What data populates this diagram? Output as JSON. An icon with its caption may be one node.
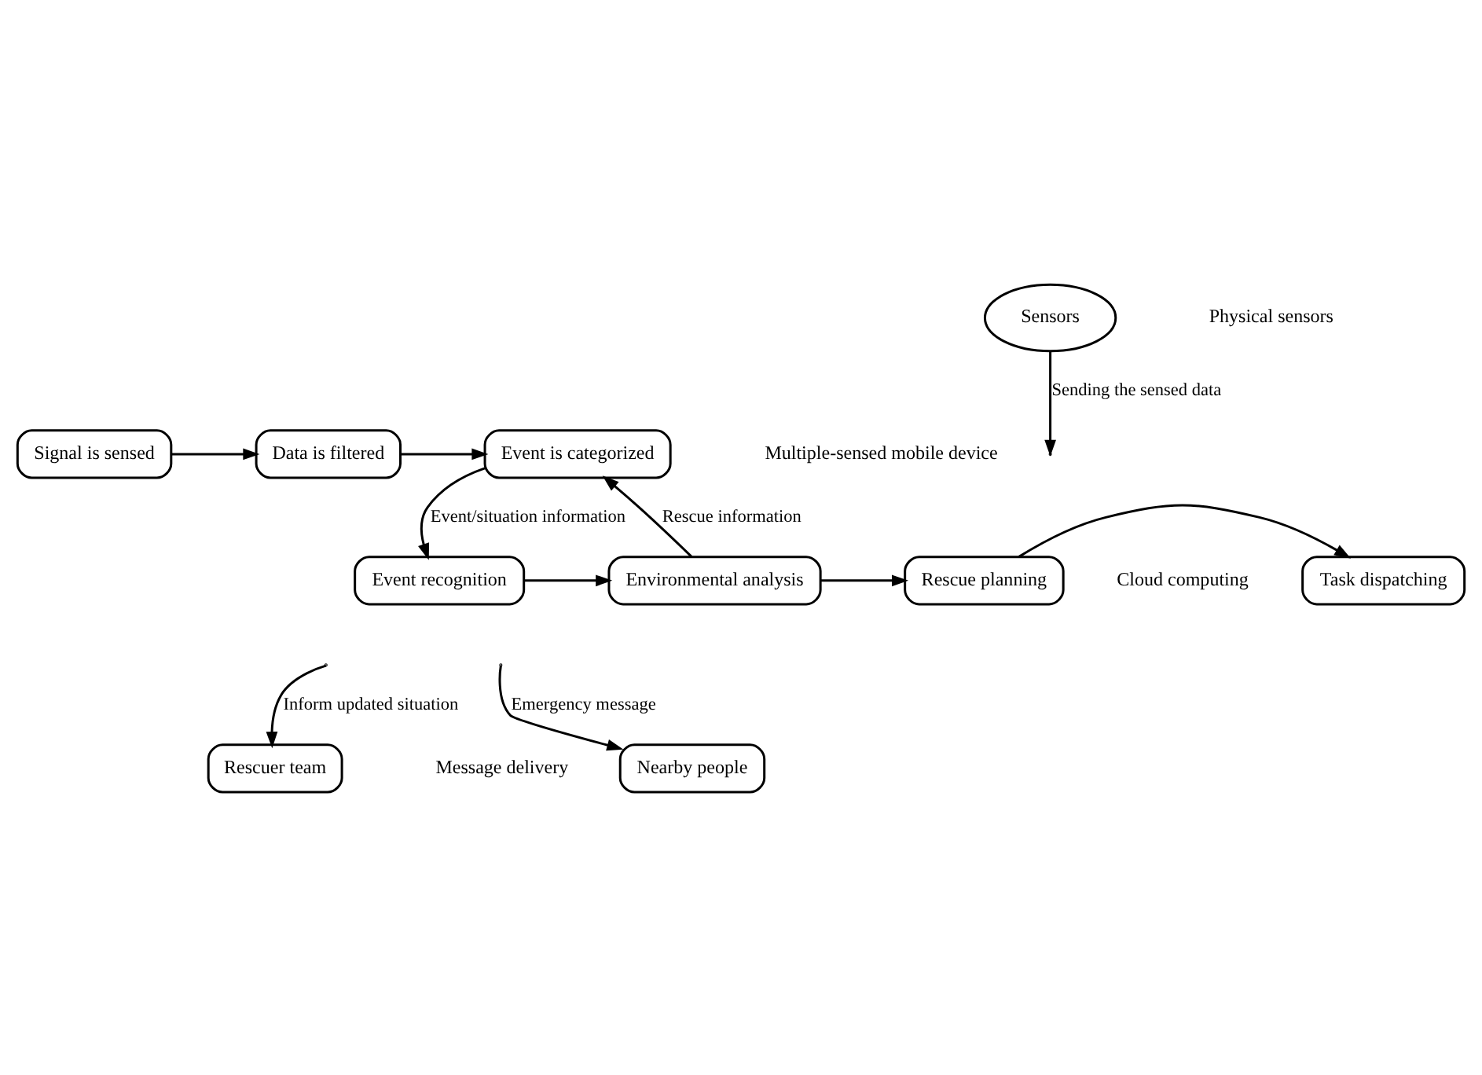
{
  "diagram": {
    "nodes": [
      {
        "text": [
          "Sensors"
        ]
      },
      {
        "text": [
          "Signal is sensed"
        ]
      },
      {
        "text": [
          "Data is filtered"
        ]
      },
      {
        "text": [
          "Event is categorized"
        ]
      },
      {
        "text": [
          "Event recognition"
        ]
      },
      {
        "text": [
          "Environmental analysis"
        ]
      },
      {
        "text": [
          "Rescue planning"
        ]
      },
      {
        "text": [
          "Task dispatching"
        ]
      },
      {
        "text": [
          "Nearby people"
        ]
      },
      {
        "text": [
          "Rescuer team"
        ]
      }
    ],
    "edges": [
      {
        "from": 0,
        "to": null,
        "arrow": "to",
        "label": "Sending the sensed data"
      },
      {
        "from": 1,
        "to": 2,
        "arrow": "to"
      },
      {
        "from": 2,
        "to": 3,
        "arrow": "to"
      },
      {
        "from": 3,
        "to": 4,
        "arrow": "to",
        "label": "Event/situation information"
      },
      {
        "from": 4,
        "to": 5,
        "arrow": "to"
      },
      {
        "from": 5,
        "to": 6,
        "arrow": "to"
      },
      {
        "from": 6,
        "to": 7,
        "arrow": "to"
      },
      {
        "from": 5,
        "to": 3,
        "arrow": "to",
        "label": "Rescue information"
      },
      {
        "from": null,
        "to": 8,
        "arrow": "to",
        "label": "Emergency message"
      },
      {
        "from": null,
        "to": 9,
        "arrow": "to",
        "label": "Inform updated situation"
      }
    ],
    "labels": [
      "Physical sensors",
      "Multiple-sensed mobile device",
      "Cloud computing",
      "Message delivery"
    ]
  }
}
